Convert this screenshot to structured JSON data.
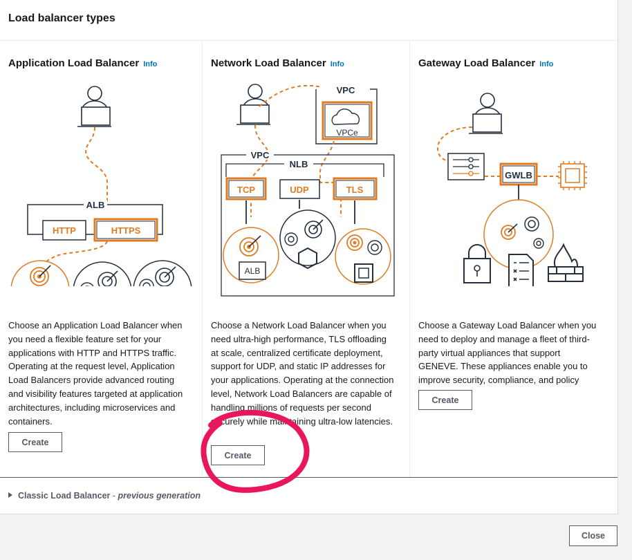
{
  "section": {
    "title": "Load balancer types"
  },
  "cards": [
    {
      "title": "Application Load Balancer",
      "info": "Info",
      "diagram": {
        "box_label": "ALB",
        "protocols": [
          "HTTP",
          "HTTPS"
        ]
      },
      "description": "Choose an Application Load Balancer when you need a flexible feature set for your applications with HTTP and HTTPS traffic. Operating at the request level, Application Load Balancers provide advanced routing and visibility features targeted at application architectures, including microservices and containers.",
      "create_label": "Create"
    },
    {
      "title": "Network Load Balancer",
      "info": "Info",
      "diagram": {
        "vpc_label": "VPC",
        "vpce_label": "VPCe",
        "vpc_label_2": "VPC",
        "box_label": "NLB",
        "protocols": [
          "TCP",
          "UDP",
          "TLS"
        ],
        "alb_label": "ALB"
      },
      "description": "Choose a Network Load Balancer when you need ultra-high performance, TLS offloading at scale, centralized certificate deployment, support for UDP, and static IP addresses for your applications. Operating at the connection level, Network Load Balancers are capable of handling millions of requests per second securely while maintaining ultra-low latencies.",
      "create_label": "Create"
    },
    {
      "title": "Gateway Load Balancer",
      "info": "Info",
      "diagram": {
        "box_label": "GWLB"
      },
      "description": "Choose a Gateway Load Balancer when you need to deploy and manage a fleet of third-party virtual appliances that support GENEVE. These appliances enable you to improve security, compliance, and policy controls.",
      "create_label": "Create"
    }
  ],
  "classic": {
    "label": "Classic Load Balancer",
    "separator": " - ",
    "sublabel": "previous generation"
  },
  "footer": {
    "close_label": "Close"
  },
  "colors": {
    "orange": "#e07b22",
    "ink": "#232f3e",
    "link": "#0073bb",
    "annotation": "#e8175d"
  },
  "icons": [
    "user-laptop-icon",
    "target-icon",
    "lambda-icon",
    "container-icon",
    "chip-icon",
    "cloud-icon",
    "lock-icon",
    "checklist-icon",
    "firewall-icon",
    "settings-sliders-icon",
    "caret-right-icon"
  ]
}
